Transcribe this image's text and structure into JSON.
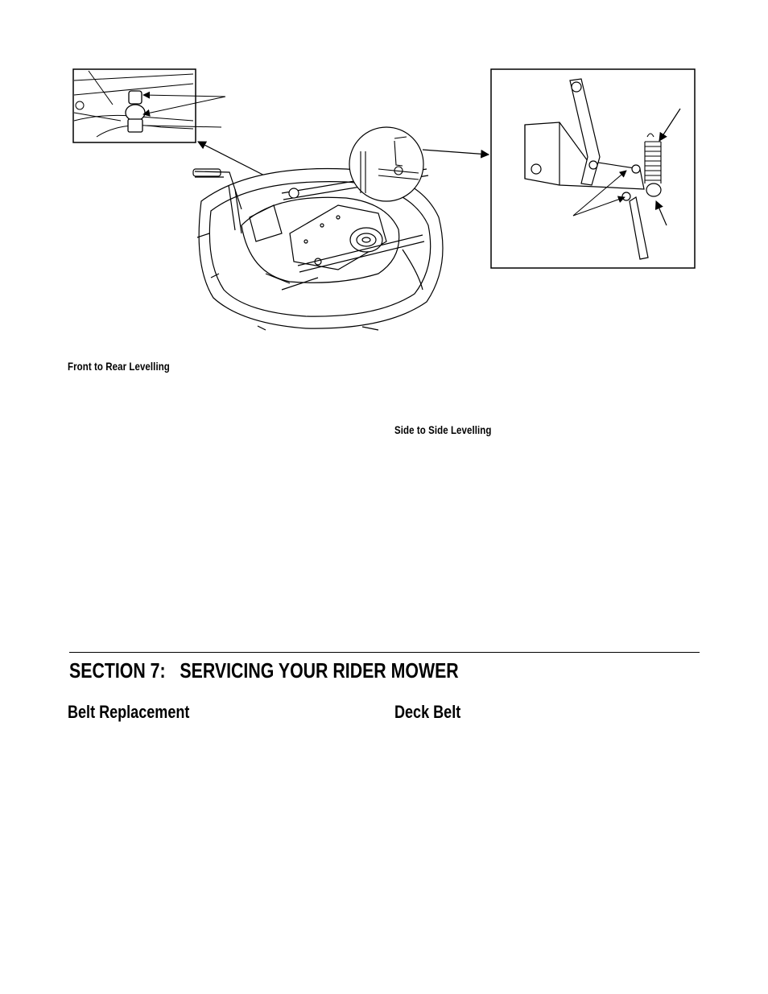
{
  "subheadings": {
    "front_to_rear": "Front to Rear Levelling",
    "side_to_side": "Side to Side Levelling"
  },
  "section": {
    "title": "SECTION 7:   SERVICING YOUR RIDER MOWER"
  },
  "headings": {
    "belt_replacement": "Belt Replacement",
    "deck_belt": "Deck Belt"
  },
  "figure": {
    "icons": [
      "leveling-nut-detail",
      "mower-deck-illustration",
      "spring-bracket-detail",
      "callout-arrow"
    ]
  }
}
